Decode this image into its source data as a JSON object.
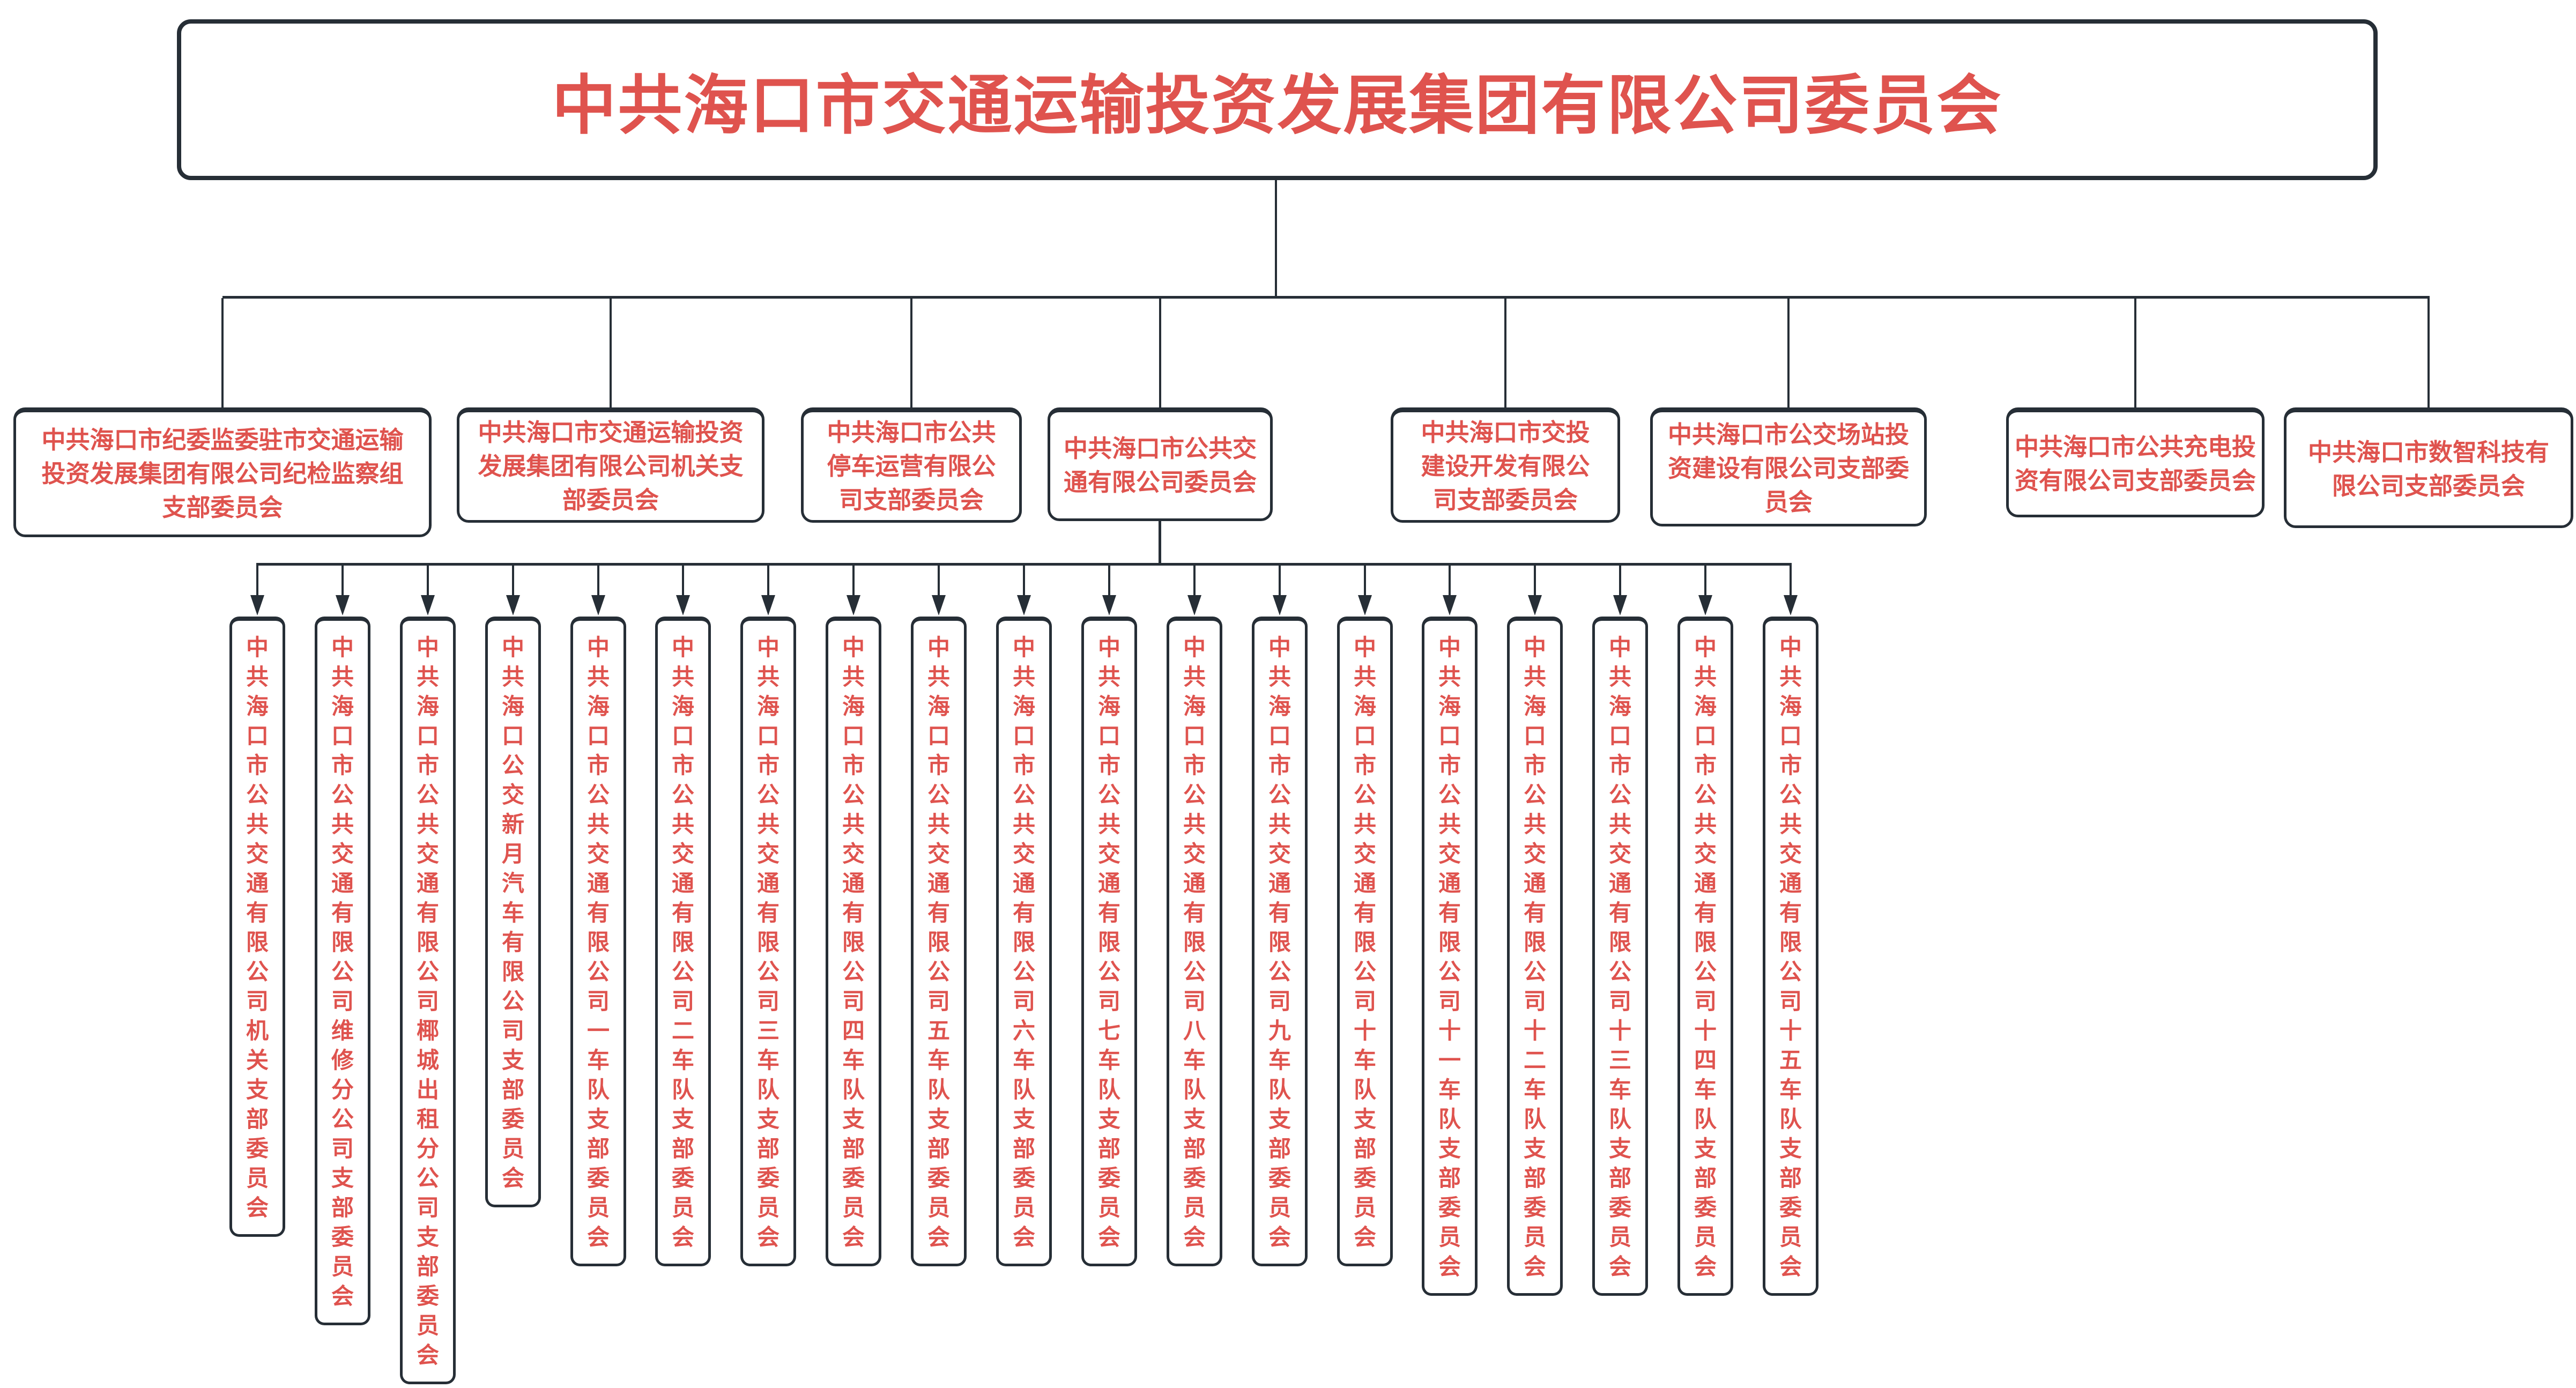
{
  "diagram": {
    "title": "中共海口市交通运输投资发展集团有限公司委员会",
    "level2": [
      {
        "label": "中共海口市纪委监委驻市交通运输投资发展集团有限公司纪检监察组支部委员会"
      },
      {
        "label": "中共海口市交通运输投资发展集团有限公司机关支部委员会"
      },
      {
        "label": "中共海口市公共停车运营有限公司支部委员会"
      },
      {
        "label": "中共海口市公共交通有限公司委员会"
      },
      {
        "label": "中共海口市交投建设开发有限公司支部委员会"
      },
      {
        "label": "中共海口市公交场站投资建设有限公司支部委员会"
      },
      {
        "label": "中共海口市公共充电投资有限公司支部委员会"
      },
      {
        "label": "中共海口市数智科技有限公司支部委员会"
      }
    ],
    "level3_parent": "中共海口市公共交通有限公司委员会",
    "level3": [
      {
        "label": "中共海口市公共交通有限公司机关支部委员会"
      },
      {
        "label": "中共海口市公共交通有限公司维修分公司支部委员会"
      },
      {
        "label": "中共海口市公共交通有限公司椰城出租分公司支部委员会"
      },
      {
        "label": "中共海口公交新月汽车有限公司支部委员会"
      },
      {
        "label": "中共海口市公共交通有限公司一车队支部委员会"
      },
      {
        "label": "中共海口市公共交通有限公司二车队支部委员会"
      },
      {
        "label": "中共海口市公共交通有限公司三车队支部委员会"
      },
      {
        "label": "中共海口市公共交通有限公司四车队支部委员会"
      },
      {
        "label": "中共海口市公共交通有限公司五车队支部委员会"
      },
      {
        "label": "中共海口市公共交通有限公司六车队支部委员会"
      },
      {
        "label": "中共海口市公共交通有限公司七车队支部委员会"
      },
      {
        "label": "中共海口市公共交通有限公司八车队支部委员会"
      },
      {
        "label": "中共海口市公共交通有限公司九车队支部委员会"
      },
      {
        "label": "中共海口市公共交通有限公司十车队支部委员会"
      },
      {
        "label": "中共海口市公共交通有限公司十一车队支部委员会"
      },
      {
        "label": "中共海口市公共交通有限公司十二车队支部委员会"
      },
      {
        "label": "中共海口市公共交通有限公司十三车队支部委员会"
      },
      {
        "label": "中共海口市公共交通有限公司十四车队支部委员会"
      },
      {
        "label": "中共海口市公共交通有限公司十五车队支部委员会"
      }
    ],
    "colors": {
      "accent_red": "#df534e",
      "line_dark": "#262e36"
    }
  }
}
